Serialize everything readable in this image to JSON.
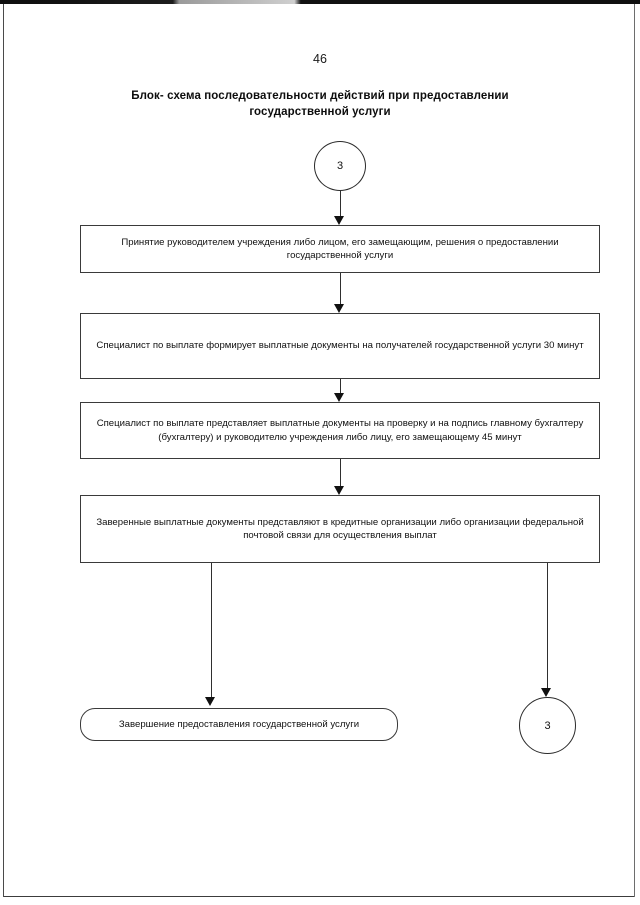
{
  "document": {
    "page_number": "46",
    "title": "Блок- схема последовательности действий при предоставлении государственной услуги"
  },
  "flowchart": {
    "connector_top": {
      "label": "3"
    },
    "connector_bottom": {
      "label": "3"
    },
    "steps": [
      {
        "id": "step-1",
        "text": "Принятие руководителем учреждения либо лицом, его замещающим, решения о предоставлении государственной услуги"
      },
      {
        "id": "step-2",
        "text": "Специалист по выплате формирует выплатные документы на получателей государственной услуги 30 минут"
      },
      {
        "id": "step-3",
        "text": "Специалист по выплате представляет выплатные документы на проверку и на подпись главному бухгалтеру  (бухгалтеру) и руководителю учреждения либо лицу, его замещающему 45 минут"
      },
      {
        "id": "step-4",
        "text": "Заверенные выплатные документы представляют в кредитные организации либо организации федеральной почтовой связи для осуществления выплат"
      }
    ],
    "terminal": {
      "text": "Завершение предоставления государственной услуги"
    }
  }
}
